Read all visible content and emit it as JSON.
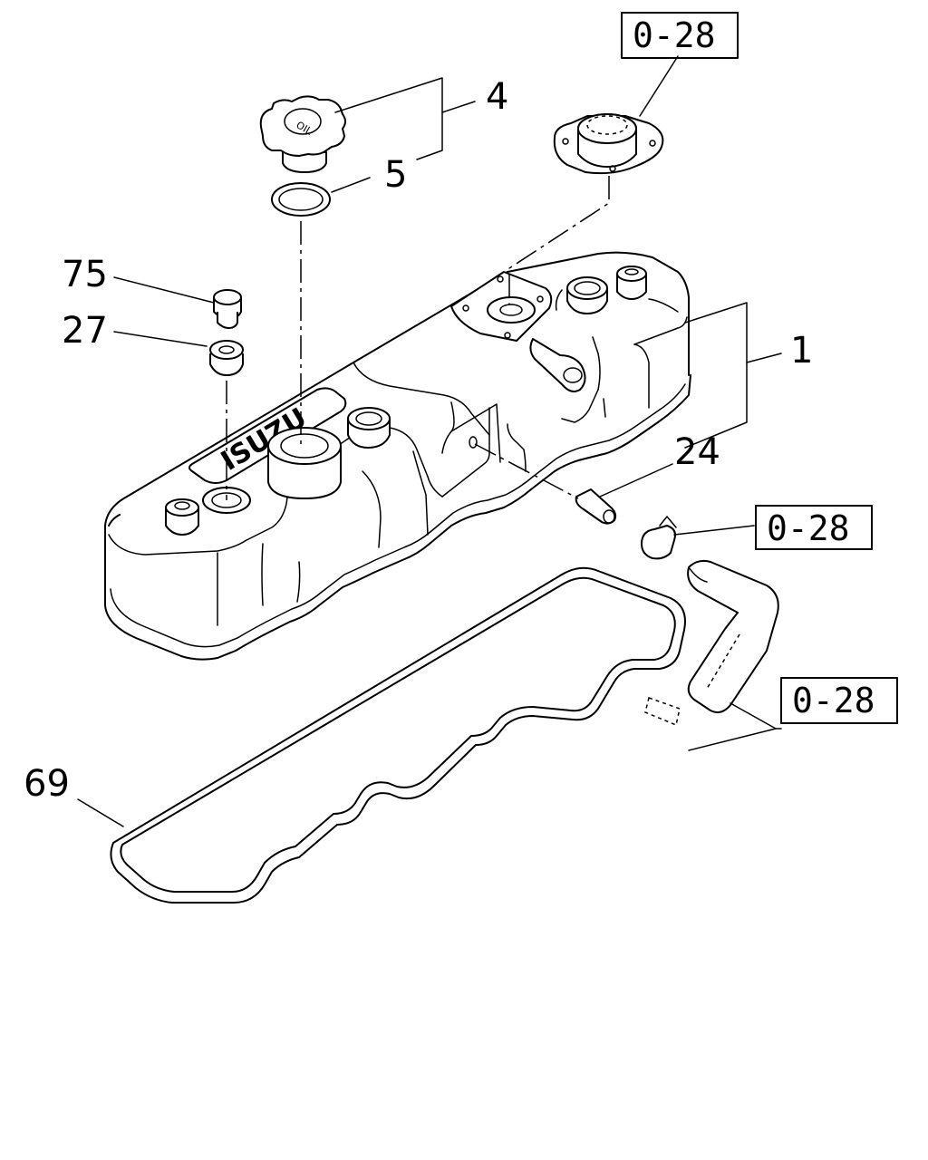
{
  "callouts": [
    {
      "id": "p4",
      "label": "4"
    },
    {
      "id": "p5",
      "label": "5"
    },
    {
      "id": "p75",
      "label": "75"
    },
    {
      "id": "p27",
      "label": "27"
    },
    {
      "id": "p1",
      "label": "1"
    },
    {
      "id": "p24",
      "label": "24"
    },
    {
      "id": "p69",
      "label": "69"
    }
  ],
  "references": [
    {
      "id": "ref-top",
      "label": "0-28"
    },
    {
      "id": "ref-clip",
      "label": "0-28"
    },
    {
      "id": "ref-hose",
      "label": "0-28"
    }
  ],
  "embossed": {
    "brand": "ISUZU",
    "cap": "OIL"
  }
}
